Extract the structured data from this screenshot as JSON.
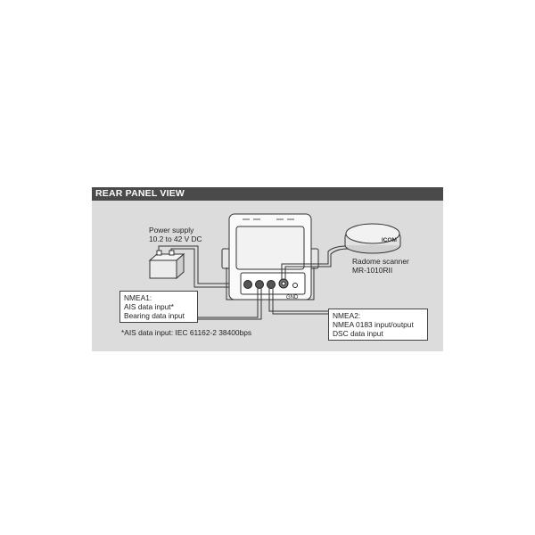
{
  "header": {
    "title": "REAR PANEL VIEW"
  },
  "power_supply": {
    "line1": "Power supply",
    "line2": "10.2 to 42 V DC"
  },
  "radome": {
    "line1": "Radome scanner",
    "line2": "MR-1010RII",
    "brand": "ICOM"
  },
  "unit": {
    "gnd_label": "GND"
  },
  "nmea1": {
    "title": "NMEA1:",
    "line1": "AIS data input*",
    "line2": "Bearing data input"
  },
  "nmea2": {
    "title": "NMEA2:",
    "line1": "NMEA 0183 input/output",
    "line2": "DSC data input"
  },
  "footnote": "*AIS data input: IEC 61162-2 38400bps",
  "colors": {
    "panel_bg": "#dcdcdc",
    "header_bg": "#4a4a4a",
    "header_text": "#ffffff",
    "line": "#333333"
  }
}
